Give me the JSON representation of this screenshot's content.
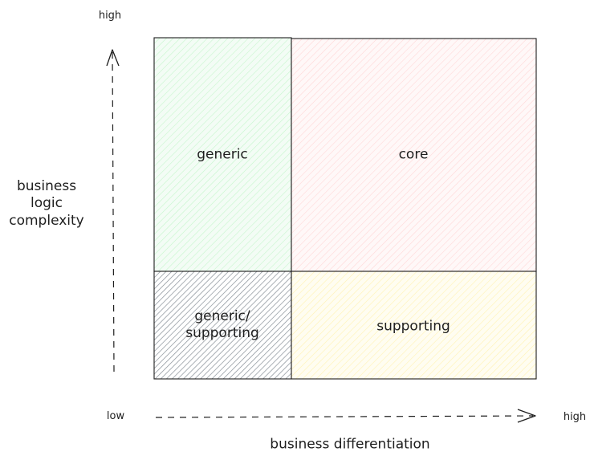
{
  "diagram": {
    "axes": {
      "y_high": "high",
      "y_label": "business\nlogic\ncomplexity",
      "x_low": "low",
      "x_high": "high",
      "x_label": "business differentiation"
    },
    "quadrants": {
      "generic": {
        "label": "generic",
        "fill": "#b2f2bb"
      },
      "core": {
        "label": "core",
        "fill": "#ffc9c9"
      },
      "generic_supporting": {
        "label": "generic/\nsupporting",
        "fill": "#868e96"
      },
      "supporting": {
        "label": "supporting",
        "fill": "#ffec99"
      }
    },
    "stroke_color": "#1e1e1e"
  }
}
